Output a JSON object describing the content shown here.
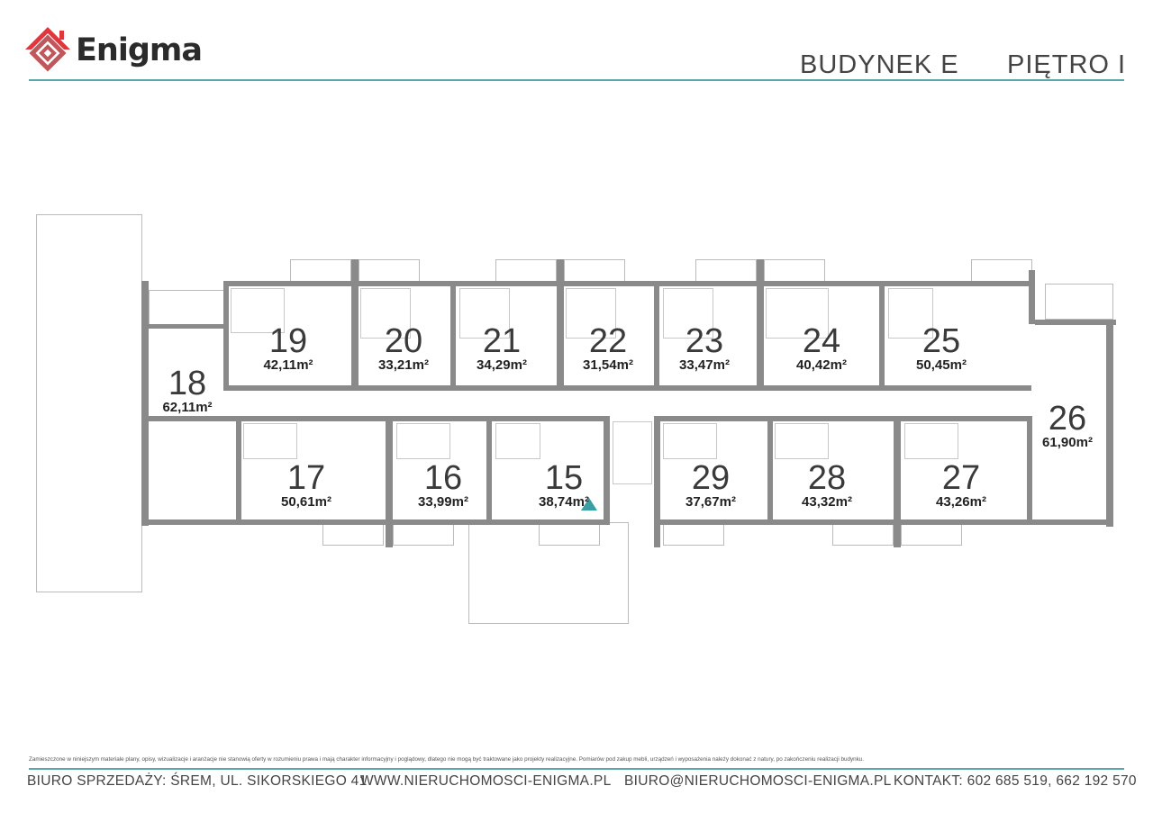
{
  "brand": {
    "name": "Enigma",
    "accent": "#d9353b",
    "line_color": "#5aa8a8"
  },
  "header": {
    "building": "BUDYNEK E",
    "floor": "PIĘTRO I"
  },
  "area_unit": "m²",
  "apartments": [
    {
      "number": "19",
      "area": "42,11"
    },
    {
      "number": "20",
      "area": "33,21"
    },
    {
      "number": "21",
      "area": "34,29"
    },
    {
      "number": "22",
      "area": "31,54"
    },
    {
      "number": "23",
      "area": "33,47"
    },
    {
      "number": "24",
      "area": "40,42"
    },
    {
      "number": "25",
      "area": "50,45"
    },
    {
      "number": "18",
      "area": "62,11"
    },
    {
      "number": "26",
      "area": "61,90"
    },
    {
      "number": "17",
      "area": "50,61"
    },
    {
      "number": "16",
      "area": "33,99"
    },
    {
      "number": "15",
      "area": "38,74"
    },
    {
      "number": "29",
      "area": "37,67"
    },
    {
      "number": "28",
      "area": "43,32"
    },
    {
      "number": "27",
      "area": "43,26"
    }
  ],
  "footer": {
    "disclaimer": "Zamieszczone w niniejszym materiale plany, opisy, wizualizacje i aranżacje nie stanowią oferty w rozumieniu prawa i mają charakter informacyjny i poglądowy,  dlatego nie mogą być traktowane jako projekty realizacyjne. Pomiarów pod zakup mebli, urządzeń i wyposażenia należy dokonać z natury, po zakończeniu realizacji budynku.",
    "office": "BIURO SPRZEDAŻY: ŚREM, UL. SIKORSKIEGO 41",
    "website": "WWW.NIERUCHOMOSCI-ENIGMA.PL",
    "email": "BIURO@NIERUCHOMOSCI-ENIGMA.PL",
    "contact": "KONTAKT:  602 685 519, 662 192 570"
  }
}
